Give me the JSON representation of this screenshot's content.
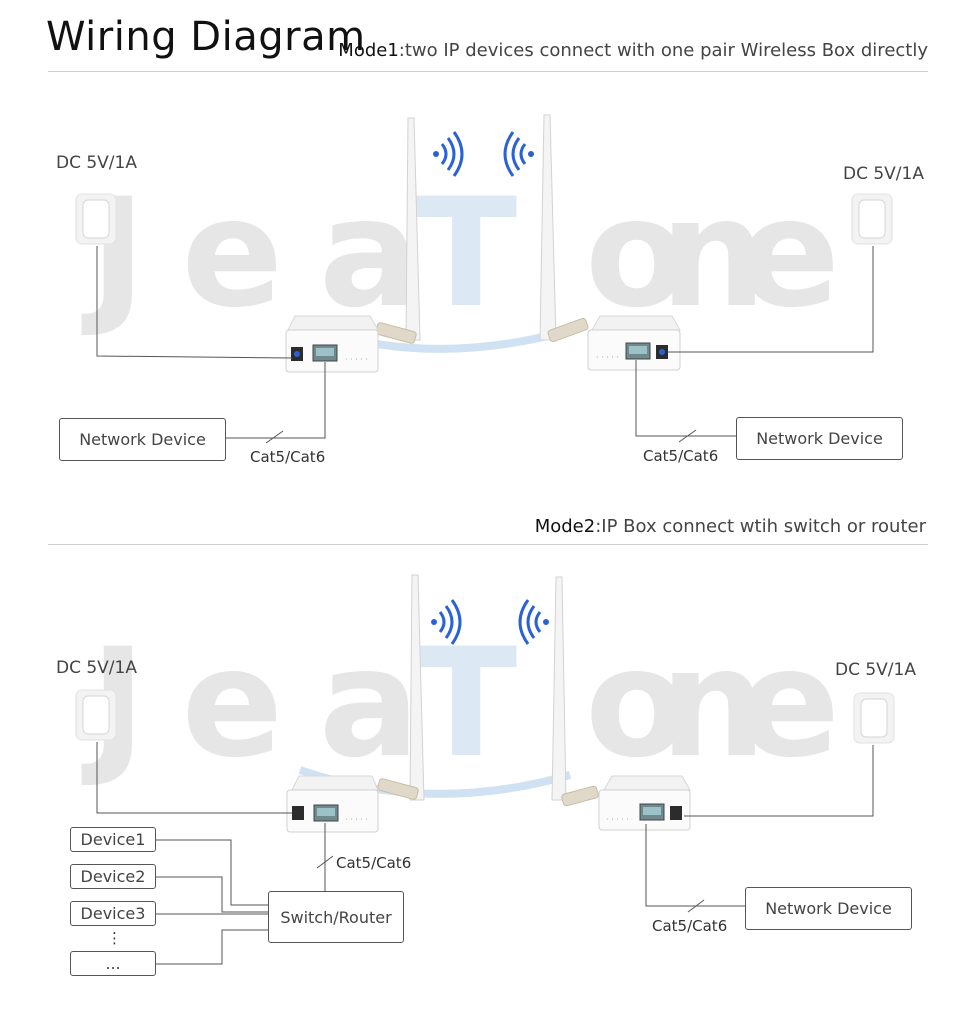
{
  "title": "Wiring Diagram",
  "watermark": "JeaTone",
  "colors": {
    "wifi": "#2a62d6",
    "watermark_gray": "#e3e3e3",
    "watermark_blue": "#dbe9f6",
    "line": "#555555"
  },
  "mode1": {
    "label": "Mode1",
    "description": ":two IP devices connect with one pair Wireless Box directly",
    "left_power": "DC 5V/1A",
    "right_power": "DC 5V/1A",
    "left_device": "Network Device",
    "right_device": "Network Device",
    "left_cable": "Cat5/Cat6",
    "right_cable": "Cat5/Cat6"
  },
  "mode2": {
    "label": "Mode2",
    "description": ":IP Box connect wtih switch or router",
    "left_power": "DC 5V/1A",
    "right_power": "DC 5V/1A",
    "switch": "Switch/Router",
    "switch_cable": "Cat5/Cat6",
    "devices": [
      "Device1",
      "Device2",
      "Device3",
      "..."
    ],
    "vertical_ellipsis": "⋮",
    "right_device": "Network Device",
    "right_cable": "Cat5/Cat6"
  }
}
